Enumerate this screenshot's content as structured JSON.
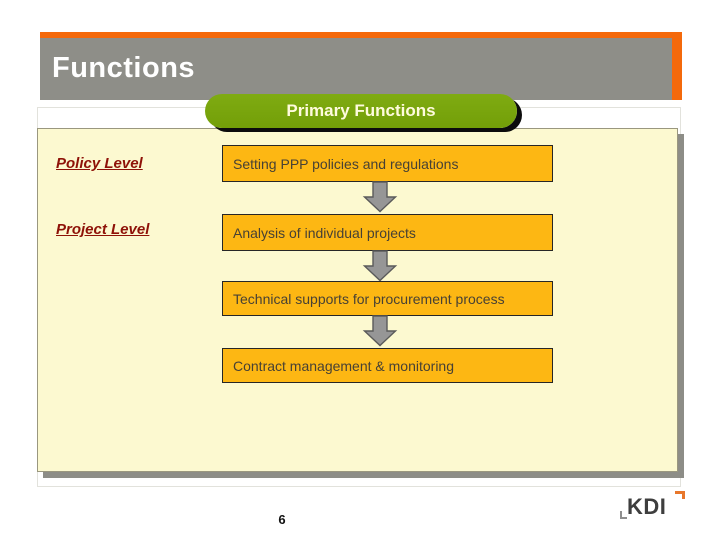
{
  "header": {
    "title": "Functions"
  },
  "banner": {
    "label": "Primary Functions"
  },
  "main": {
    "level_labels": [
      "Policy Level",
      "Project Level"
    ],
    "flow_boxes": [
      "Setting PPP policies and regulations",
      "Analysis of individual projects",
      "Technical supports for procurement process",
      "Contract management & monitoring"
    ],
    "arrow_direction": "down"
  },
  "footer": {
    "page_number": "6",
    "logo_text": "KDI"
  },
  "colors": {
    "accent_orange": "#f4690b",
    "header_gray": "#8e8e88",
    "banner_green": "#7ba70d",
    "banner_text_cream": "#fffbdd",
    "panel_yellow": "#fcf9d0",
    "box_orange": "#fdb713",
    "box_text": "#474135",
    "label_red": "#8e1208",
    "arrow_gray": "#969696",
    "logo_charcoal": "#3e3e3e",
    "logo_bracket_orange": "#e8772b"
  }
}
